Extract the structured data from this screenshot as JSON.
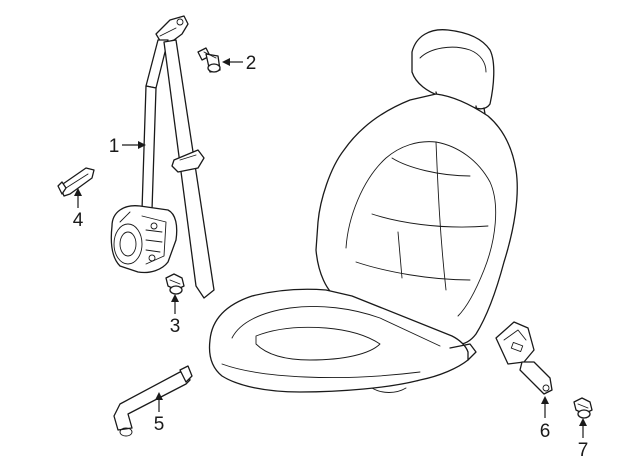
{
  "callouts": [
    {
      "id": "1",
      "label": "1"
    },
    {
      "id": "2",
      "label": "2"
    },
    {
      "id": "3",
      "label": "3"
    },
    {
      "id": "4",
      "label": "4"
    },
    {
      "id": "5",
      "label": "5"
    },
    {
      "id": "6",
      "label": "6"
    },
    {
      "id": "7",
      "label": "7"
    }
  ],
  "parts": [
    {
      "callout": "1",
      "name": "seat-belt-retractor-assembly"
    },
    {
      "callout": "2",
      "name": "anchor-bolt"
    },
    {
      "callout": "3",
      "name": "retractor-bolt"
    },
    {
      "callout": "4",
      "name": "height-adjuster-guide"
    },
    {
      "callout": "5",
      "name": "seat-belt-anchor-bar"
    },
    {
      "callout": "6",
      "name": "seat-belt-buckle"
    },
    {
      "callout": "7",
      "name": "buckle-bolt"
    }
  ],
  "colors": {
    "line": "#1a1a1a",
    "background": "#ffffff"
  }
}
